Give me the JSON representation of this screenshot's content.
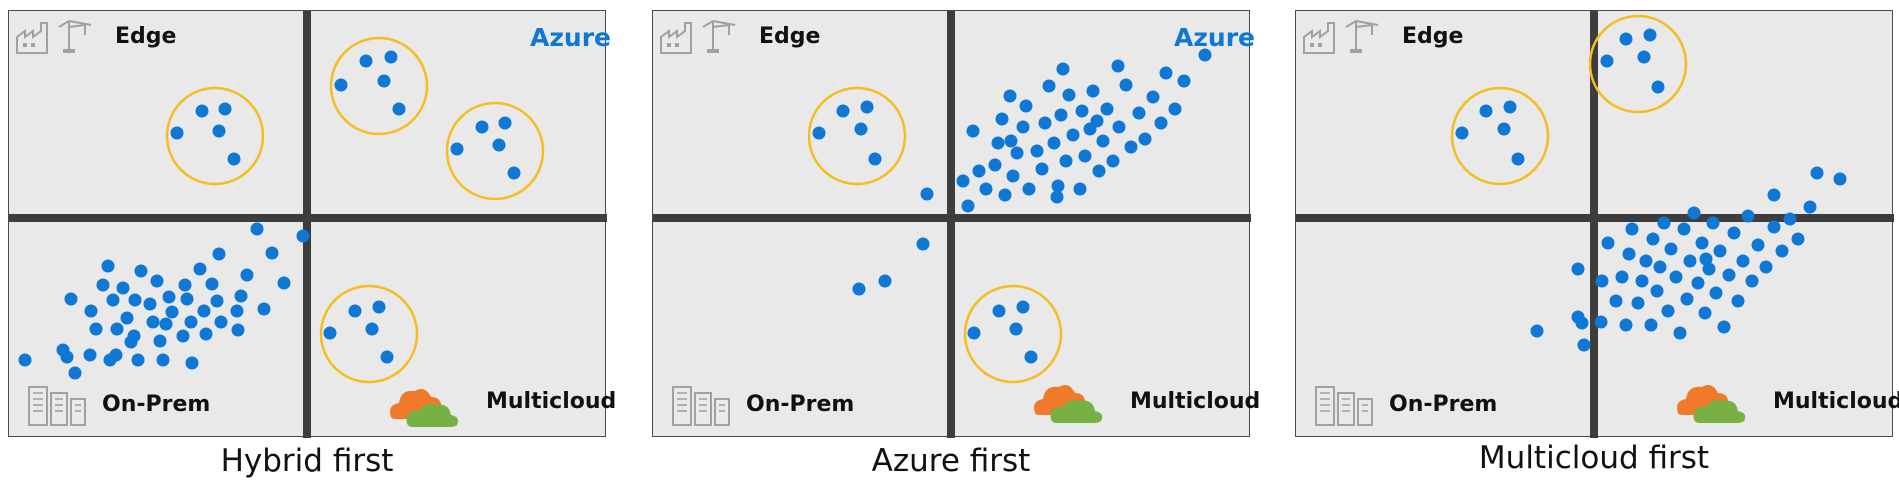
{
  "labels": {
    "edge": "Edge",
    "azure": "Azure",
    "onprem": "On-Prem",
    "multicloud": "Multicloud"
  },
  "panels": [
    {
      "caption": "Hybrid first"
    },
    {
      "caption": "Azure first"
    },
    {
      "caption": "Multicloud first"
    }
  ],
  "colors": {
    "dot": "#0f78d4",
    "circle": "#f5bd1f",
    "grid": "#3d3d3d",
    "background": "#e9e9e9",
    "azure_text": "#0f78d4",
    "cloud_orange": "#f07a2a",
    "cloud_green": "#77b043"
  },
  "icons": [
    "factory-icon",
    "crane-icon",
    "office-buildings-icon",
    "cloud-icon"
  ]
}
